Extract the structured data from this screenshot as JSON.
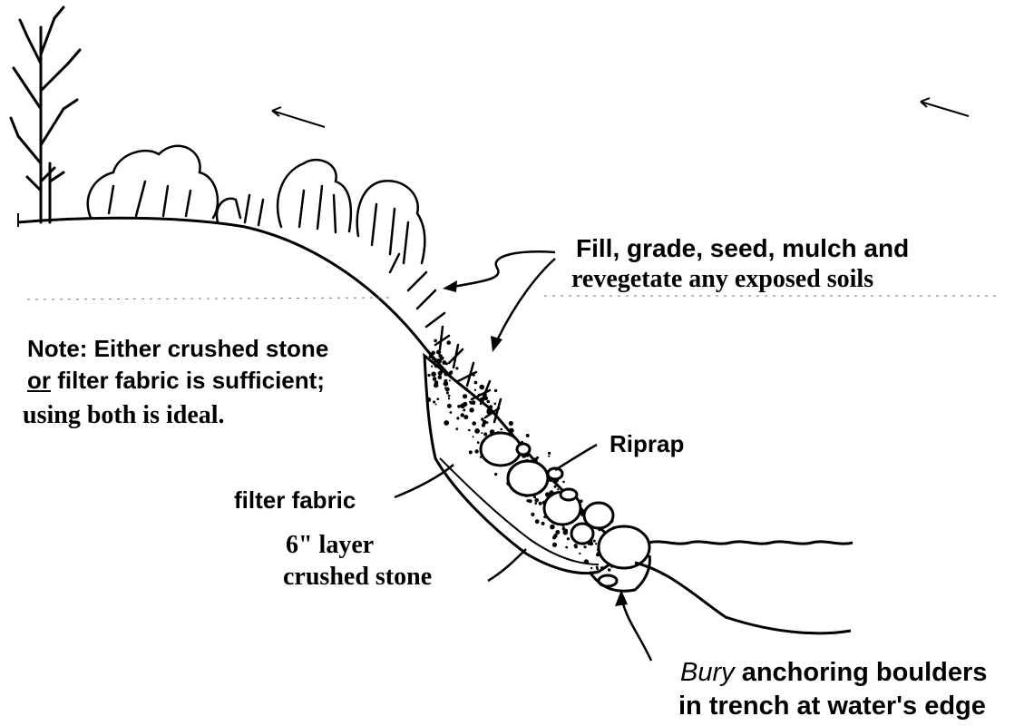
{
  "labels": {
    "fill": {
      "line1": "Fill, grade, seed, mulch and",
      "line2": "revegetate any exposed soils"
    },
    "note": {
      "line1": "Note: Either crushed stone",
      "line2_or": "or",
      "line2_rest": " filter fabric is sufficient;",
      "line3": "using both is ideal."
    },
    "riprap": "Riprap",
    "filter_fabric": "filter fabric",
    "stone": {
      "line1": "6\" layer",
      "line2": "crushed stone"
    },
    "bury": {
      "line1_italic": "Bury",
      "line1_rest": " anchoring boulders",
      "line2": "in trench at water's edge"
    }
  },
  "colors": {
    "ink": "#000000",
    "paper": "#ffffff"
  }
}
